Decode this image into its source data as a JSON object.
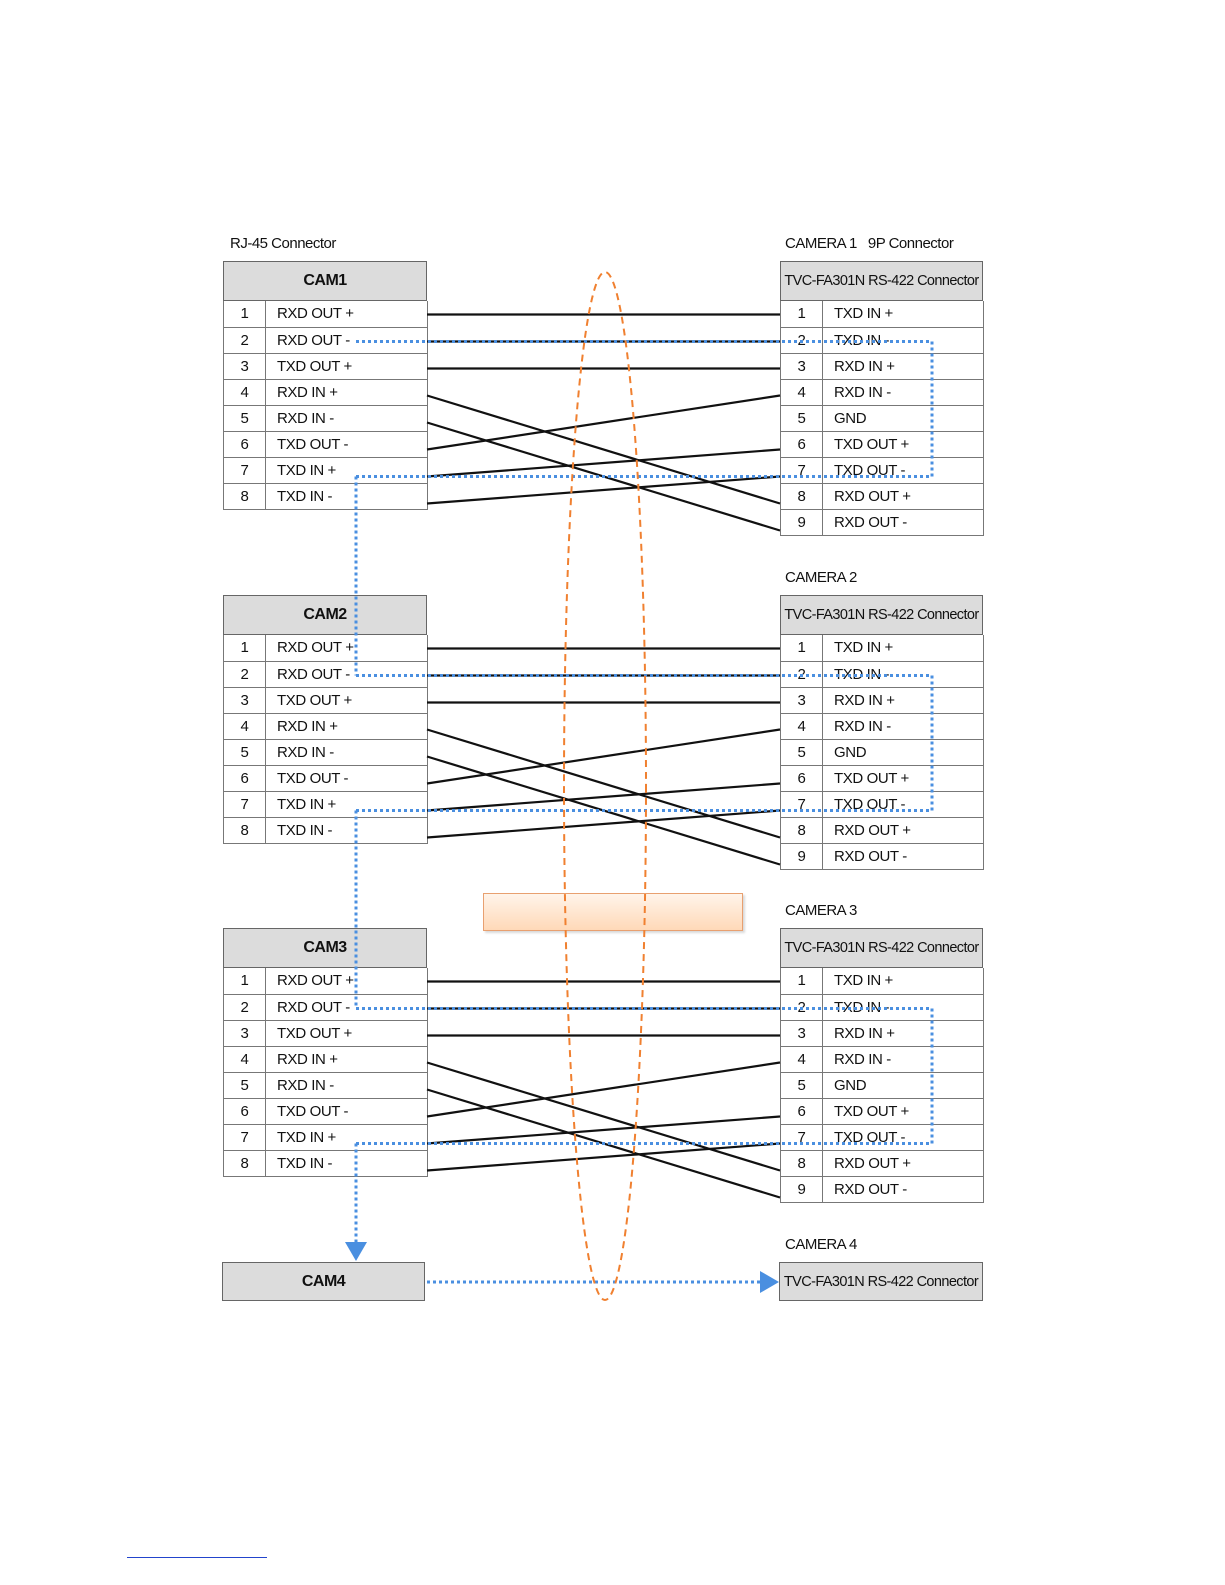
{
  "left_caption": "RJ-45 Connector",
  "cam1_caption": "CAMERA 1   9P Connector",
  "left_pins": [
    {
      "num": "1",
      "signal": "RXD OUT +"
    },
    {
      "num": "2",
      "signal": "RXD OUT -"
    },
    {
      "num": "3",
      "signal": "TXD OUT +"
    },
    {
      "num": "4",
      "signal": "RXD IN +"
    },
    {
      "num": "5",
      "signal": "RXD IN -"
    },
    {
      "num": "6",
      "signal": "TXD OUT -"
    },
    {
      "num": "7",
      "signal": "TXD IN +"
    },
    {
      "num": "8",
      "signal": "TXD IN -"
    }
  ],
  "right_pins": [
    {
      "num": "1",
      "signal": "TXD IN +"
    },
    {
      "num": "2",
      "signal": "TXD IN -"
    },
    {
      "num": "3",
      "signal": "RXD IN +"
    },
    {
      "num": "4",
      "signal": "RXD IN -"
    },
    {
      "num": "5",
      "signal": "GND"
    },
    {
      "num": "6",
      "signal": "TXD OUT +"
    },
    {
      "num": "7",
      "signal": "TXD OUT -"
    },
    {
      "num": "8",
      "signal": "RXD OUT +"
    },
    {
      "num": "9",
      "signal": "RXD OUT -"
    }
  ],
  "wiring": [
    {
      "from": 1,
      "to": 1
    },
    {
      "from": 2,
      "to": 2
    },
    {
      "from": 3,
      "to": 3
    },
    {
      "from": 4,
      "to": 8
    },
    {
      "from": 5,
      "to": 9
    },
    {
      "from": 6,
      "to": 4
    },
    {
      "from": 7,
      "to": 6
    },
    {
      "from": 8,
      "to": 7
    }
  ],
  "blocks": [
    {
      "cam": "CAM1",
      "camera": "",
      "connector": "TVC-FA301N RS-422 Connector"
    },
    {
      "cam": "CAM2",
      "camera": "CAMERA 2",
      "connector": "TVC-FA301N RS-422 Connector"
    },
    {
      "cam": "CAM3",
      "camera": "CAMERA 3",
      "connector": "TVC-FA301N RS-422 Connector"
    }
  ],
  "cam4": {
    "cam": "CAM4",
    "camera": "CAMERA 4",
    "connector": "TVC-FA301N RS-422 Connector"
  },
  "colors": {
    "wire": "#111111",
    "daisy_chain": "#4a8fe0",
    "bundle_ellipse": "#f08030",
    "header_fill": "#dcdcdc"
  }
}
